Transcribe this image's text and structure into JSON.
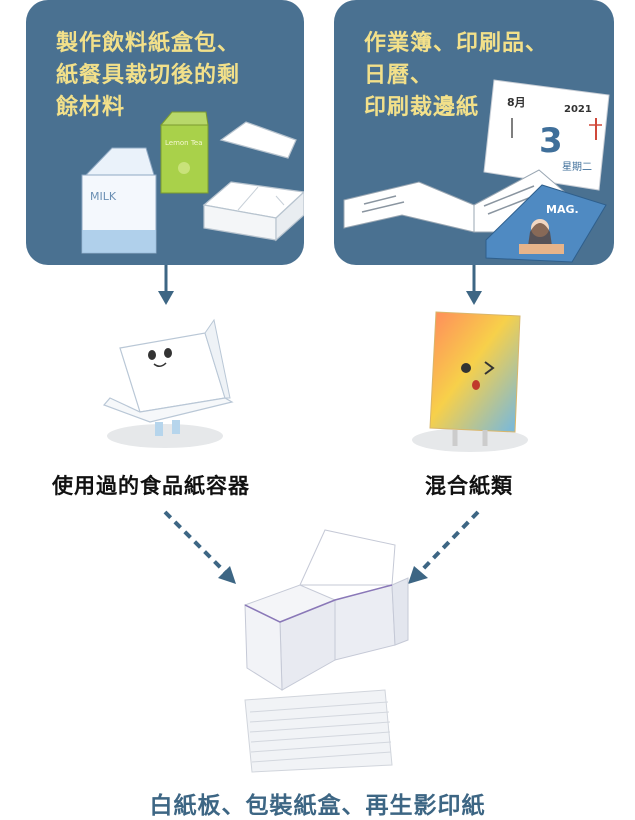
{
  "panels": {
    "left": {
      "text": "製作飲料紙盒包、\n紙餐具裁切後的剩\n餘材料"
    },
    "right": {
      "text": "作業簿、印刷品、\n日曆、\n印刷裁邊紙",
      "calendar": {
        "month": "8月",
        "year": "2021",
        "day": "3",
        "weekday": "星期二"
      },
      "magazine": "MAG."
    }
  },
  "products": {
    "milk": "MILK",
    "tea": "Lemon Tea"
  },
  "middle": {
    "left_label": "使用過的食品紙容器",
    "right_label": "混合紙類"
  },
  "bottom": {
    "label": "白紙板、包裝紙盒、再生影印紙"
  },
  "colors": {
    "panel": "#4a7191",
    "panel_text": "#f2e08a",
    "arrow": "#3d6684",
    "bottom_text": "#3d6684"
  }
}
